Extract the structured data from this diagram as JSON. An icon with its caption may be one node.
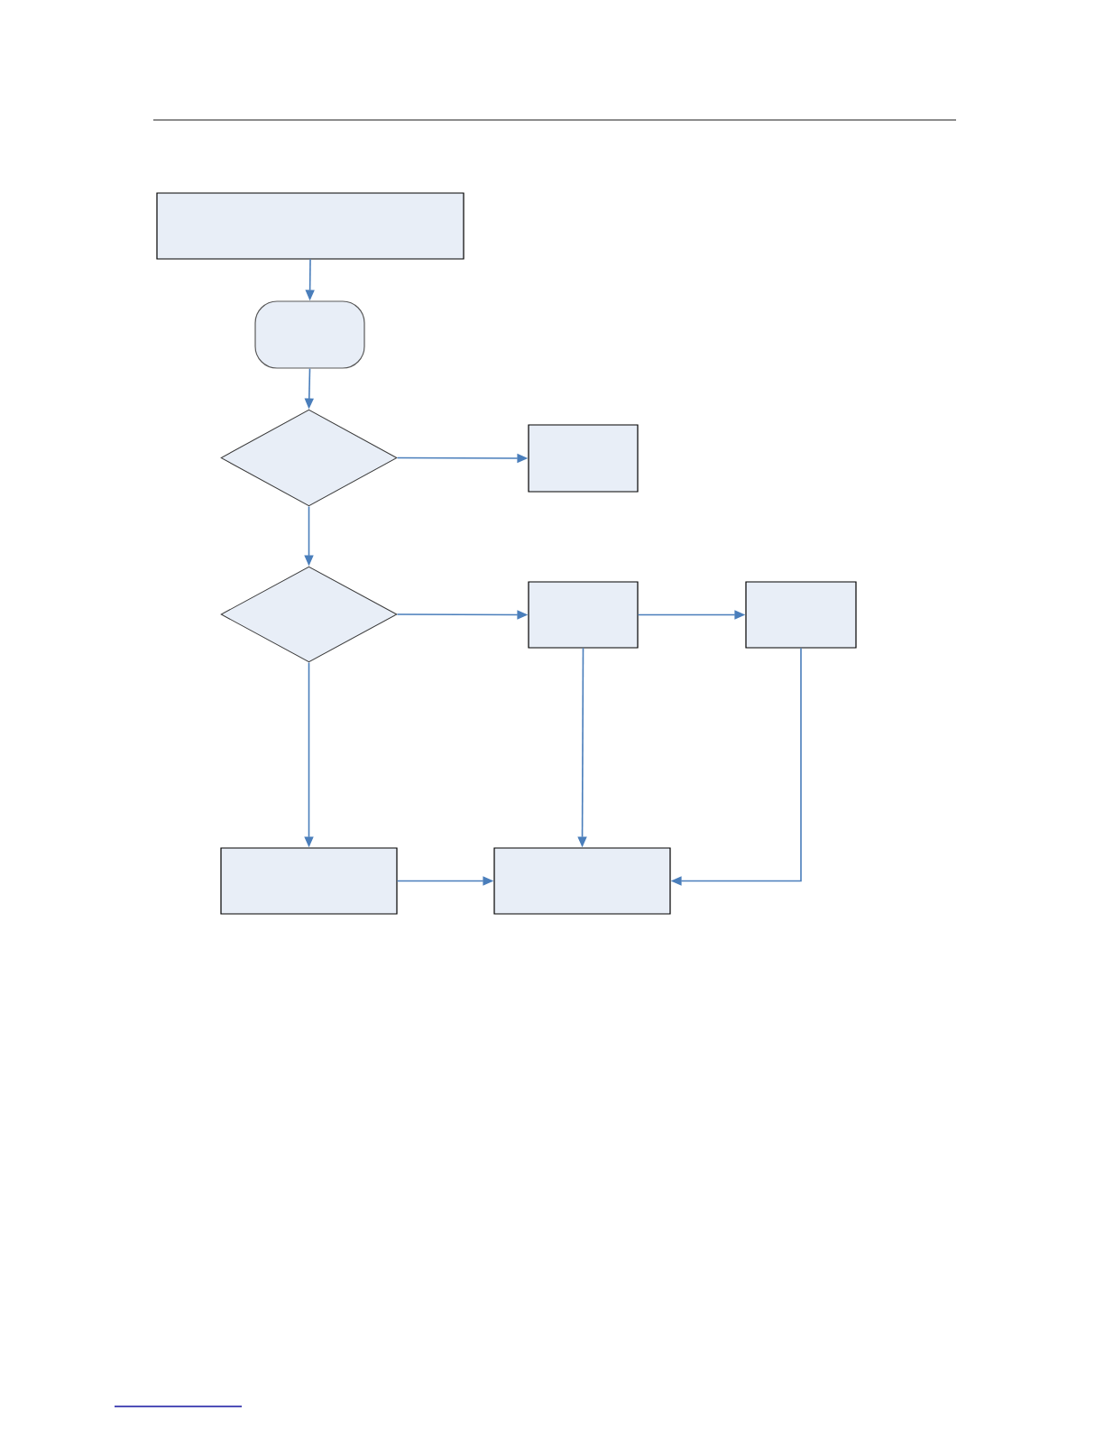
{
  "diagram": {
    "nodes": [
      {
        "text": [],
        "shape": "box"
      },
      {
        "text": [],
        "shape": "box"
      },
      {
        "text": [],
        "shape": "diamond"
      },
      {
        "text": [],
        "shape": "box"
      },
      {
        "text": [],
        "shape": "diamond"
      },
      {
        "text": [],
        "shape": "box"
      },
      {
        "text": [],
        "shape": "box"
      },
      {
        "text": [],
        "shape": "box"
      },
      {
        "text": [],
        "shape": "box"
      }
    ],
    "edges": [
      {
        "from": 0,
        "to": 1,
        "arrow": "to"
      },
      {
        "from": 1,
        "to": 2,
        "arrow": "to"
      },
      {
        "from": 2,
        "to": 3,
        "arrow": "to"
      },
      {
        "from": 2,
        "to": 4,
        "arrow": "to"
      },
      {
        "from": 4,
        "to": 5,
        "arrow": "to"
      },
      {
        "from": 5,
        "to": 6,
        "arrow": "to"
      },
      {
        "from": 4,
        "to": 7,
        "arrow": "to"
      },
      {
        "from": 5,
        "to": 8,
        "arrow": "to"
      },
      {
        "from": 6,
        "to": 8,
        "arrow": "to"
      },
      {
        "from": 7,
        "to": 8,
        "arrow": "to"
      }
    ]
  }
}
